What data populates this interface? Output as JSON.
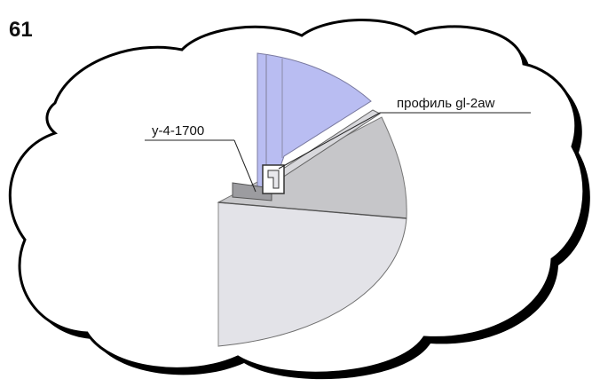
{
  "figure": {
    "number": "61",
    "labels": {
      "profile": "профиль gl-2aw",
      "part": "у-4-1700"
    }
  }
}
